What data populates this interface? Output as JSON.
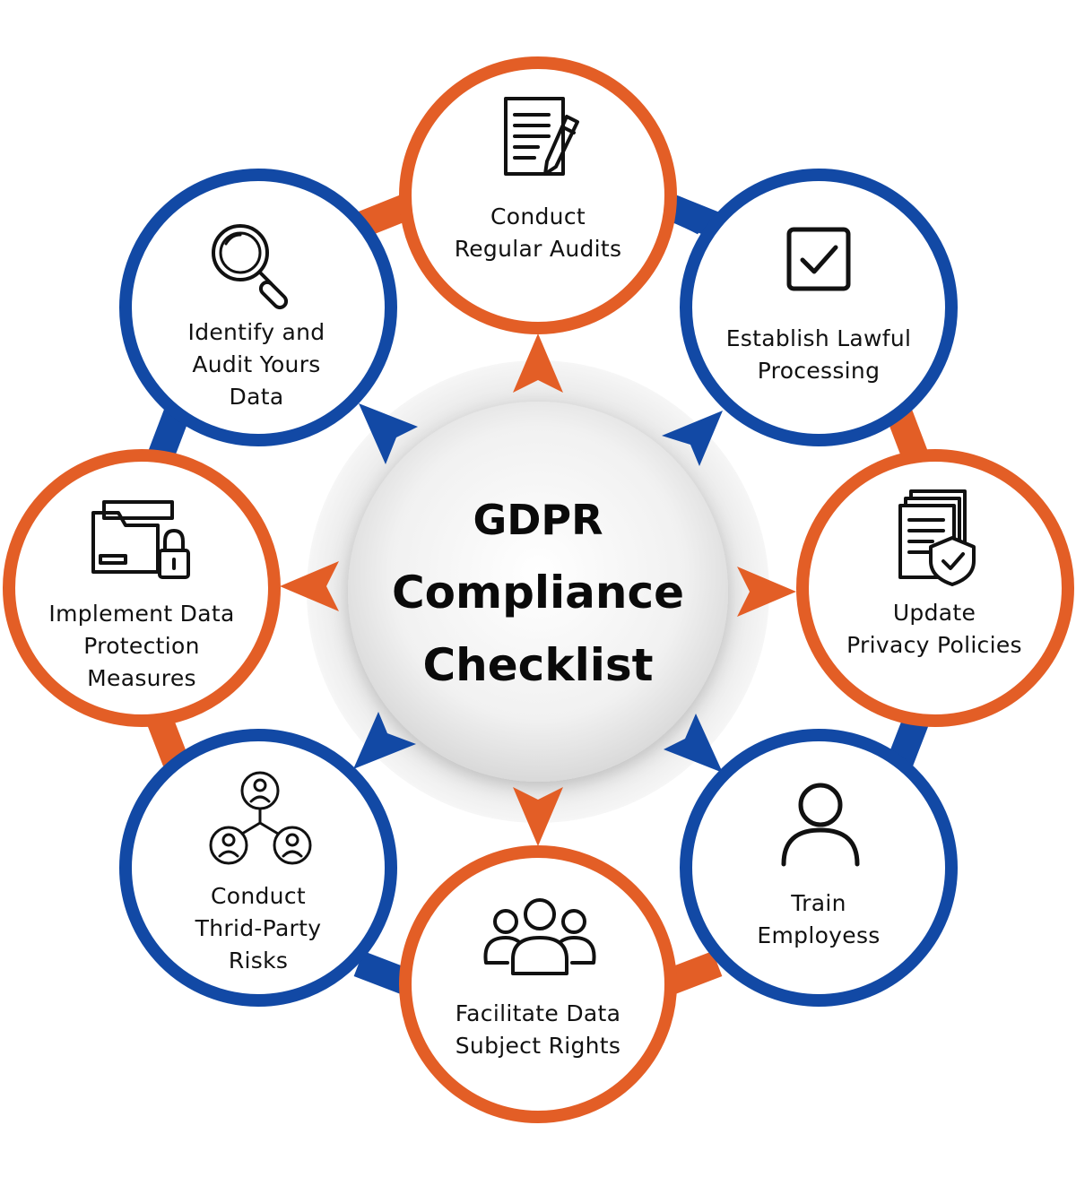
{
  "center": {
    "title_lines": [
      "GDPR",
      "Compliance",
      "Checklist"
    ]
  },
  "colors": {
    "orange": "#e35e26",
    "blue": "#1249a5",
    "icon": "#111111"
  },
  "nodes": [
    {
      "id": "audits",
      "lines": [
        "Conduct",
        "Regular Audits"
      ],
      "ring_color": "orange",
      "icon": "document-pen-icon"
    },
    {
      "id": "lawful",
      "lines": [
        "Establish Lawful",
        "Processing"
      ],
      "ring_color": "blue",
      "icon": "checkbox-icon"
    },
    {
      "id": "privacy",
      "lines": [
        "Update",
        "Privacy Policies"
      ],
      "ring_color": "orange",
      "icon": "policy-shield-icon"
    },
    {
      "id": "train",
      "lines": [
        "Train",
        "Employess"
      ],
      "ring_color": "blue",
      "icon": "user-icon"
    },
    {
      "id": "rights",
      "lines": [
        "Facilitate Data",
        "Subject Rights"
      ],
      "ring_color": "orange",
      "icon": "group-icon"
    },
    {
      "id": "thirdparty",
      "lines": [
        "Conduct",
        "Thrid-Party",
        "Risks"
      ],
      "ring_color": "blue",
      "icon": "network-users-icon"
    },
    {
      "id": "protection",
      "lines": [
        "Implement Data",
        "Protection",
        "Measures"
      ],
      "ring_color": "orange",
      "icon": "folder-lock-icon"
    },
    {
      "id": "identify",
      "lines": [
        "Identify and",
        "Audit Yours",
        "Data"
      ],
      "ring_color": "blue",
      "icon": "magnifier-icon"
    }
  ]
}
